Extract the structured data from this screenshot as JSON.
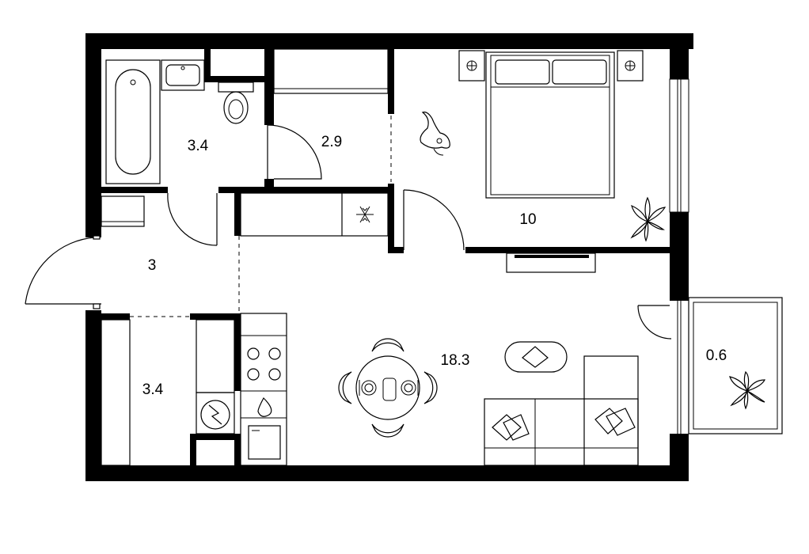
{
  "rooms": [
    {
      "id": "bathroom",
      "area": "3.4"
    },
    {
      "id": "toilet-corridor",
      "area": "2.9"
    },
    {
      "id": "bedroom",
      "area": "10"
    },
    {
      "id": "hallway",
      "area": "3"
    },
    {
      "id": "storage",
      "area": "3.4"
    },
    {
      "id": "living-kitchen",
      "area": "18.3"
    },
    {
      "id": "balcony",
      "area": "0.6"
    }
  ]
}
